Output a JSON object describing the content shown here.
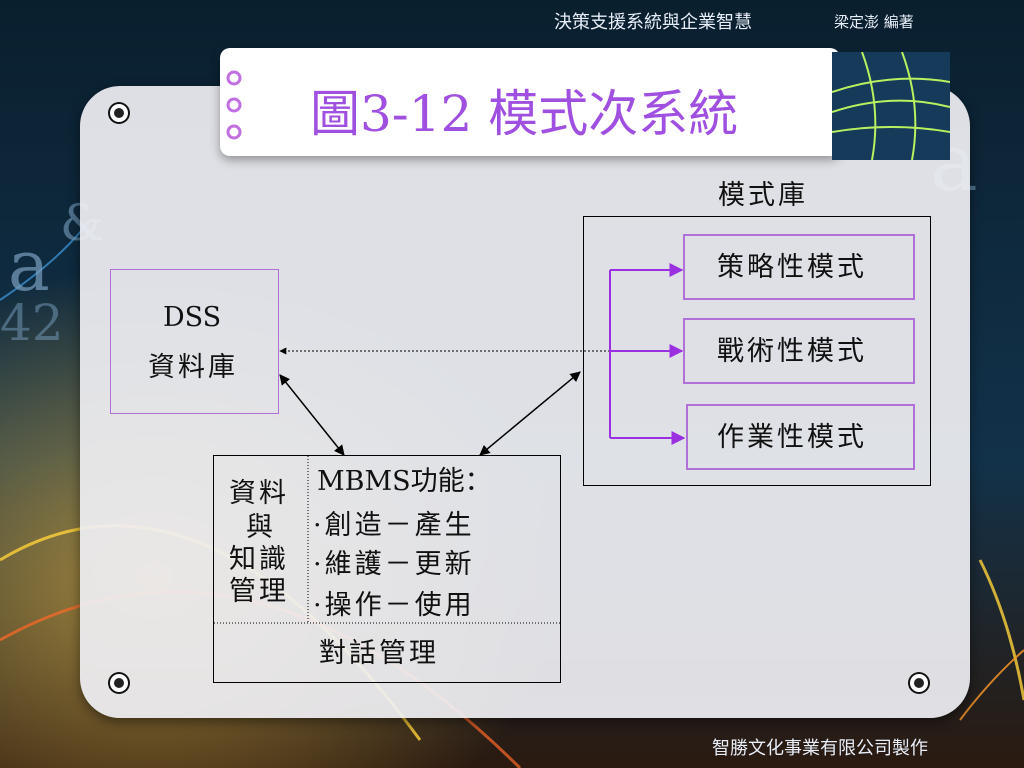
{
  "header": {
    "book": "決策支援系統與企業智慧",
    "author": "梁定澎 編著"
  },
  "title": "圖3-12 模式次系統",
  "footer": "智勝文化事業有限公司製作",
  "model_base": {
    "label": "模式庫",
    "items": [
      "策略性模式",
      "戰術性模式",
      "作業性模式"
    ]
  },
  "dss_db": {
    "line1": "DSS",
    "line2": "資料庫"
  },
  "mbms": {
    "left_label": [
      "資料",
      "與",
      "知識",
      "管理"
    ],
    "functions_title": "MBMS功能：",
    "functions": [
      "·創造－產生",
      "·維護－更新",
      "·操作－使用"
    ],
    "dialog": "對話管理"
  },
  "colors": {
    "accent": "#a050e0",
    "box_border": "#b070d8",
    "arrow_purple": "#9a30e0"
  }
}
